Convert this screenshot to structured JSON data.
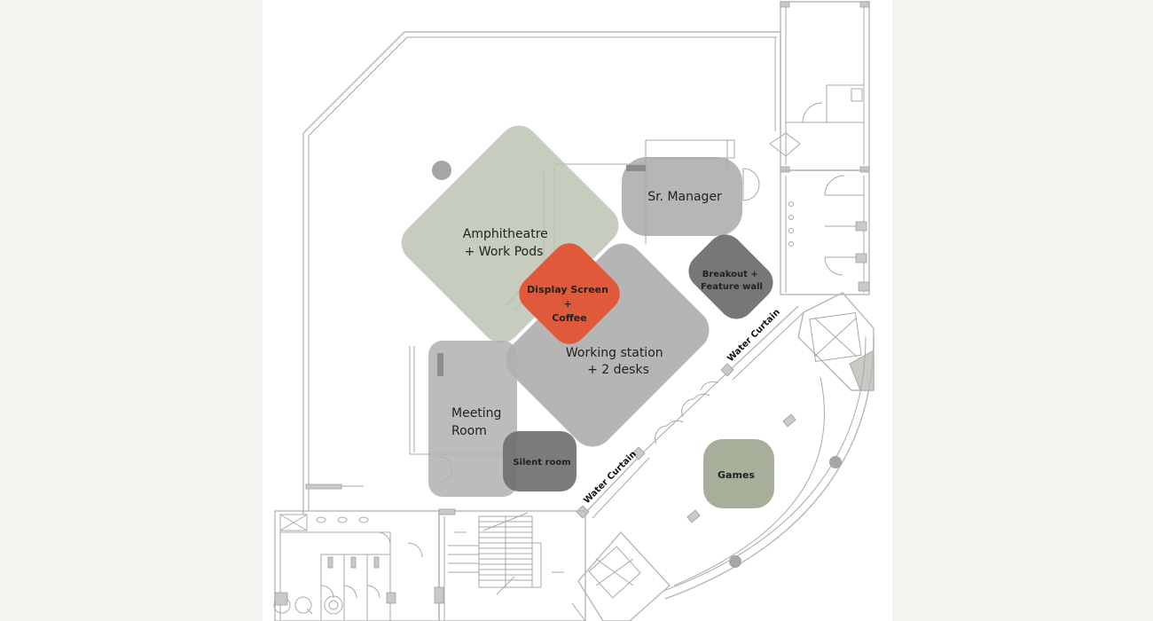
{
  "zones": {
    "amphitheatre": {
      "line1": "Amphitheatre",
      "line2": "+ Work Pods",
      "color": "#b9c2b1"
    },
    "sr_manager": {
      "line1": "Sr. Manager",
      "color": "#a9a9a9"
    },
    "display_screen": {
      "line1": "Display Screen",
      "line2": "+",
      "line3": "Coffee",
      "color": "#e0593a"
    },
    "breakout": {
      "line1": "Breakout +",
      "line2": "Feature wall",
      "color": "#6b6b6b"
    },
    "working_station": {
      "line1": "Working station",
      "line2": "+ 2 desks",
      "color": "#a5a5a5"
    },
    "meeting_room": {
      "line1": "Meeting",
      "line2": "Room",
      "color": "#b0b0b0"
    },
    "silent_room": {
      "line1": "Silent room",
      "color": "#6e6e6e"
    },
    "games": {
      "line1": "Games",
      "color": "#9fa893"
    }
  },
  "annotations": {
    "water_curtain_upper": "Water Curtain",
    "water_curtain_lower": "Water Curtain"
  },
  "colors": {
    "background": "#f3f4ef",
    "sheet": "#ffffff",
    "walls": "#a9aaa6"
  }
}
